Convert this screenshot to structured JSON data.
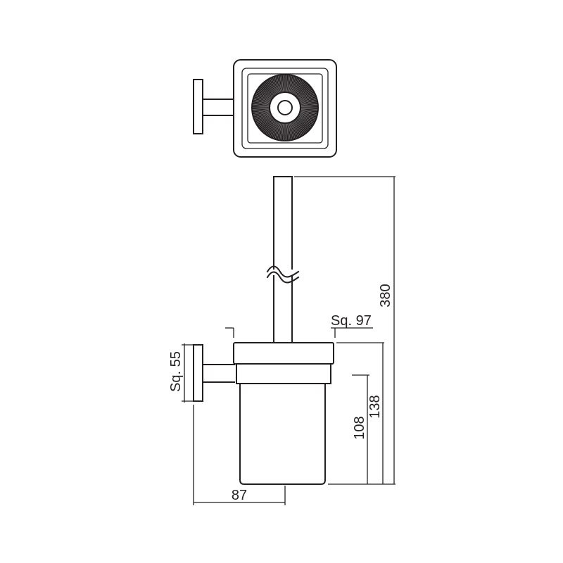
{
  "dimensions": {
    "total_height": "380",
    "holder_square": "Sq. 97",
    "bracket_square": "Sq. 55",
    "holder_height": "138",
    "cup_height": "108",
    "projection": "87"
  },
  "colors": {
    "line": "#231f20",
    "background": "#ffffff"
  }
}
